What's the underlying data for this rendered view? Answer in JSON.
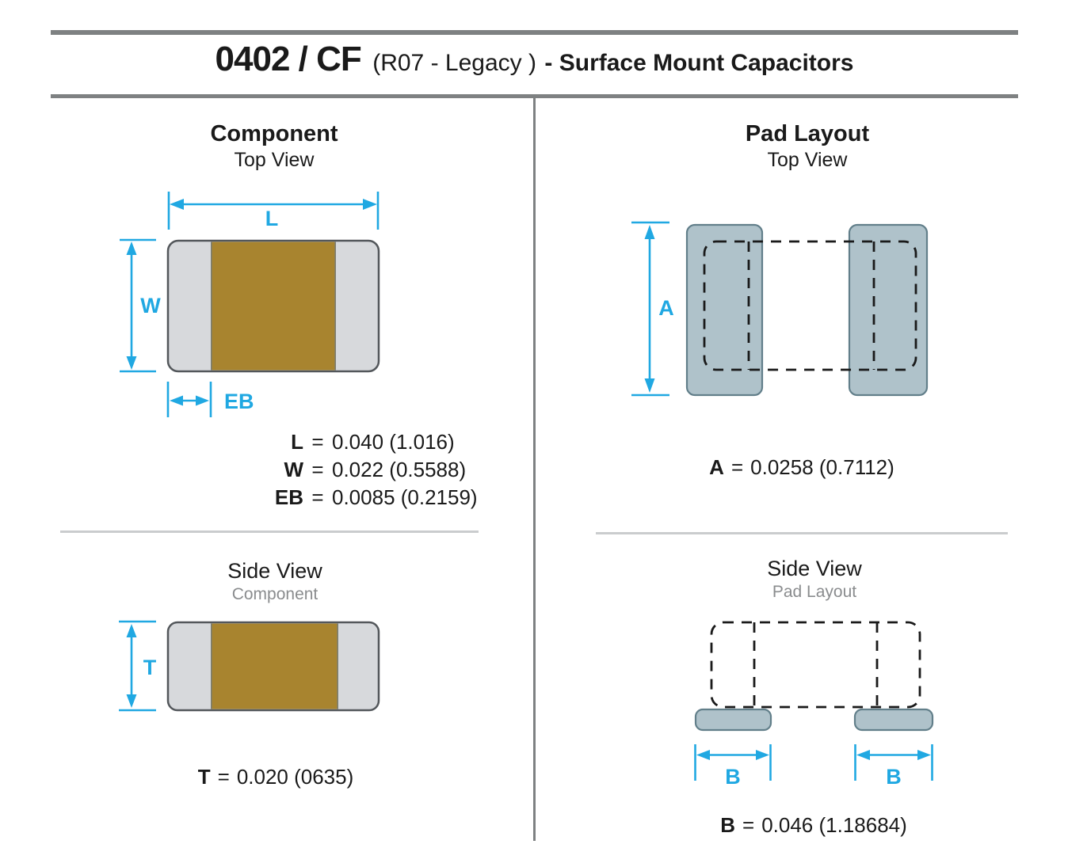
{
  "title": {
    "part_number": "0402 / CF",
    "series_note": "(R07 - Legacy )",
    "product_type": "- Surface Mount Capacitors"
  },
  "sections": {
    "component_top_view": {
      "heading": "Component",
      "subheading": "Top View"
    },
    "pad_layout_top_view": {
      "heading": "Pad Layout",
      "subheading": "Top View"
    },
    "component_side_view": {
      "heading": "Side View",
      "subheading": "Component"
    },
    "pad_layout_side_view": {
      "heading": "Side View",
      "subheading": "Pad Layout"
    }
  },
  "labels": {
    "L": "L",
    "W": "W",
    "EB": "EB",
    "A": "A",
    "T": "T",
    "B": "B"
  },
  "measurements": {
    "L": {
      "label": "L",
      "eq": "=",
      "value": "0.040 (1.016)"
    },
    "W": {
      "label": "W",
      "eq": "=",
      "value": "0.022 (0.5588)"
    },
    "EB": {
      "label": "EB",
      "eq": "=",
      "value": "0.0085 (0.2159)"
    },
    "A": {
      "label": "A",
      "eq": "=",
      "value": "0.0258 (0.7112)"
    },
    "T": {
      "label": "T",
      "eq": "=",
      "value": "0.020 (0635)"
    },
    "B": {
      "label": "B",
      "eq": "=",
      "value": "0.046 (1.18684)"
    }
  },
  "colors": {
    "dimension_blue": "#20a8e2",
    "chip_body_tan": "#a8842f",
    "chip_termination_gray": "#d7d9dc",
    "chip_outline_gray": "#53575b",
    "pad_fill": "#afc2ca",
    "pad_outline": "#627f8a",
    "rule_dark_gray": "#7e8182",
    "rule_light_gray": "#caccce",
    "subheading_gray": "#8a8c8e"
  }
}
